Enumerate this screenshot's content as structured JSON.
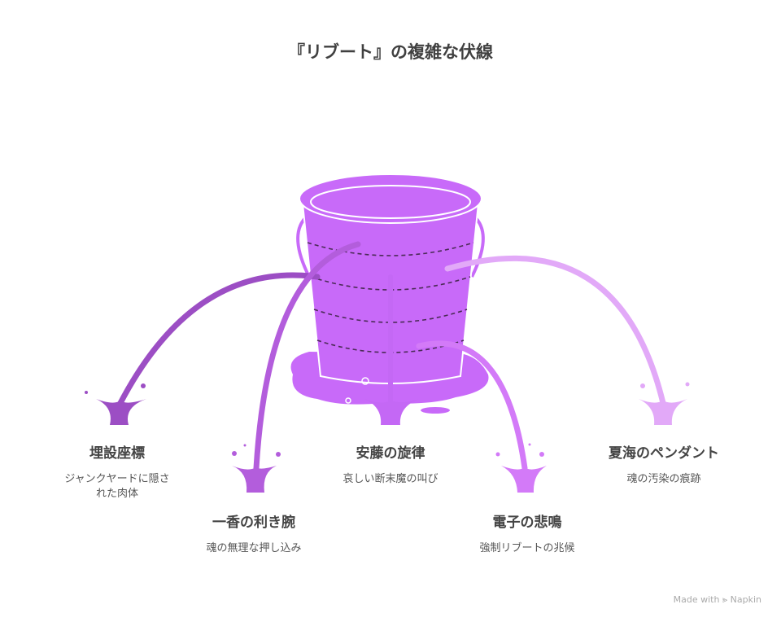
{
  "title": "『リブート』の複雑な伏線",
  "items": [
    {
      "heading": "埋設座標",
      "desc": "ジャンクヤードに隠された肉体",
      "color": "#9c4ec4"
    },
    {
      "heading": "一香の利き腕",
      "desc": "魂の無理な押し込み",
      "color": "#b35ddc"
    },
    {
      "heading": "安藤の旋律",
      "desc": "哀しい断末魔の叫び",
      "color": "#c468f5"
    },
    {
      "heading": "電子の悲鳴",
      "desc": "強制リブートの兆候",
      "color": "#d37af8"
    },
    {
      "heading": "夏海のペンダント",
      "desc": "魂の汚染の痕跡",
      "color": "#e2a9f8"
    }
  ],
  "bucket_color": "#c86af9",
  "credit": "Made with ⪢ Napkin"
}
